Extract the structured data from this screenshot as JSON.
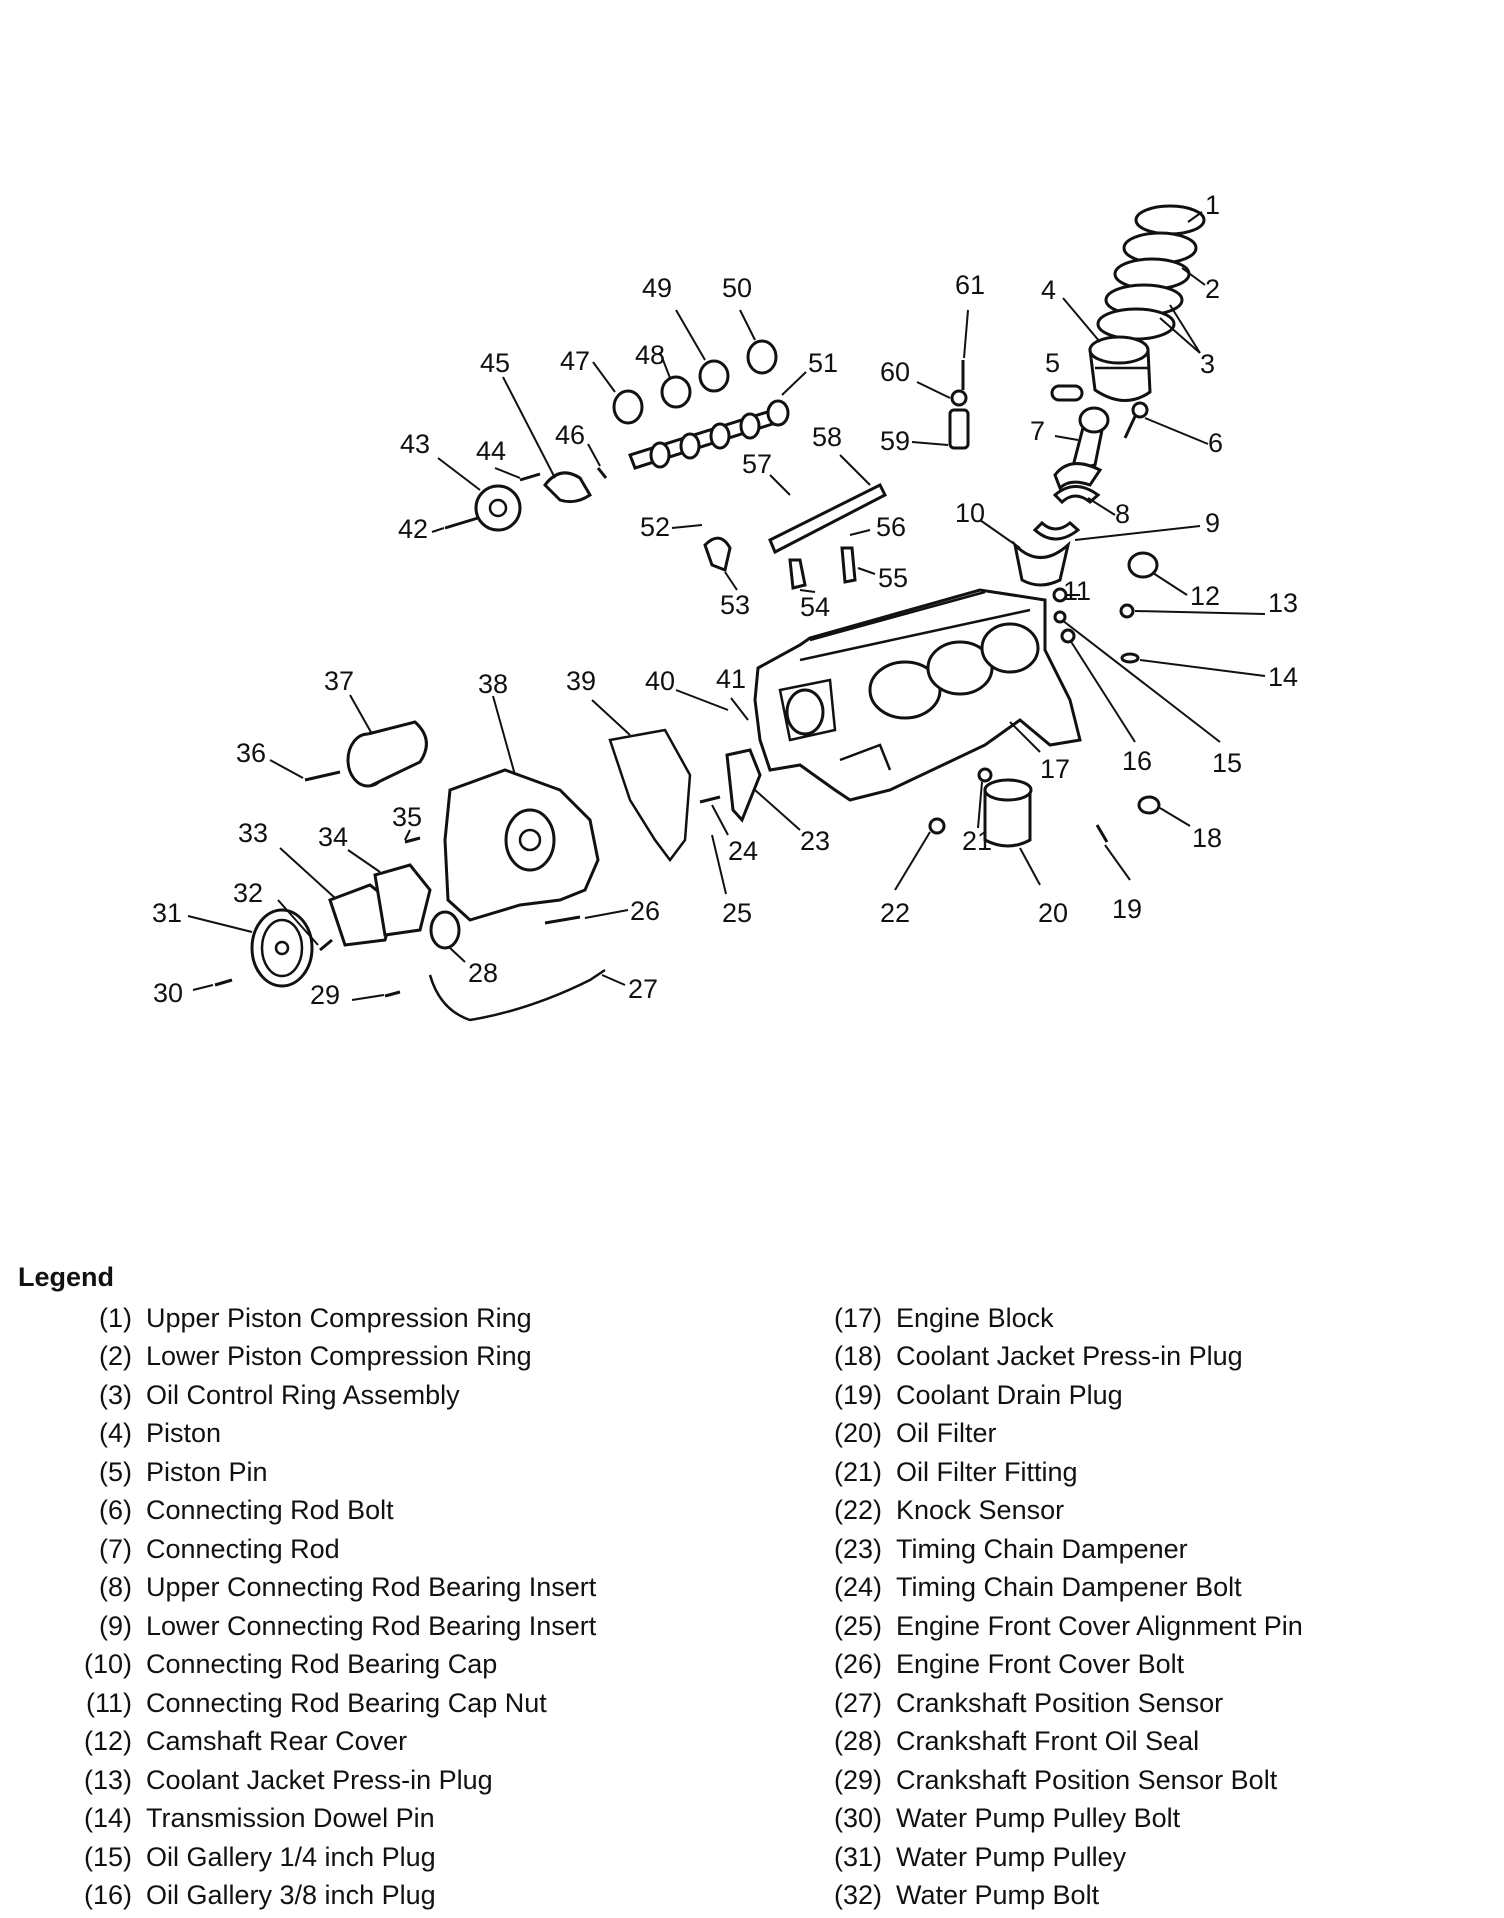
{
  "callouts": [
    "1",
    "2",
    "3",
    "4",
    "5",
    "6",
    "7",
    "8",
    "9",
    "10",
    "11",
    "12",
    "13",
    "14",
    "15",
    "16",
    "17",
    "18",
    "19",
    "20",
    "21",
    "22",
    "23",
    "24",
    "25",
    "26",
    "27",
    "28",
    "29",
    "30",
    "31",
    "32",
    "33",
    "34",
    "35",
    "36",
    "37",
    "38",
    "39",
    "40",
    "41",
    "42",
    "43",
    "44",
    "45",
    "46",
    "47",
    "48",
    "49",
    "50",
    "51",
    "52",
    "53",
    "54",
    "55",
    "56",
    "57",
    "58",
    "59",
    "60",
    "61"
  ],
  "legend": {
    "title": "Legend",
    "items": [
      {
        "num": "(1)",
        "text": "Upper Piston Compression Ring"
      },
      {
        "num": "(2)",
        "text": "Lower Piston Compression Ring"
      },
      {
        "num": "(3)",
        "text": "Oil Control Ring Assembly"
      },
      {
        "num": "(4)",
        "text": "Piston"
      },
      {
        "num": "(5)",
        "text": "Piston Pin"
      },
      {
        "num": "(6)",
        "text": "Connecting Rod Bolt"
      },
      {
        "num": "(7)",
        "text": "Connecting Rod"
      },
      {
        "num": "(8)",
        "text": "Upper Connecting Rod Bearing Insert"
      },
      {
        "num": "(9)",
        "text": "Lower Connecting Rod Bearing Insert"
      },
      {
        "num": "(10)",
        "text": "Connecting Rod Bearing Cap"
      },
      {
        "num": "(11)",
        "text": "Connecting Rod Bearing Cap Nut"
      },
      {
        "num": "(12)",
        "text": "Camshaft Rear Cover"
      },
      {
        "num": "(13)",
        "text": "Coolant Jacket Press-in Plug"
      },
      {
        "num": "(14)",
        "text": "Transmission Dowel Pin"
      },
      {
        "num": "(15)",
        "text": "Oil Gallery 1/4 inch Plug"
      },
      {
        "num": "(16)",
        "text": "Oil Gallery 3/8 inch Plug"
      },
      {
        "num": "(17)",
        "text": "Engine Block"
      },
      {
        "num": "(18)",
        "text": "Coolant Jacket Press-in Plug"
      },
      {
        "num": "(19)",
        "text": "Coolant Drain Plug"
      },
      {
        "num": "(20)",
        "text": "Oil Filter"
      },
      {
        "num": "(21)",
        "text": "Oil Filter Fitting"
      },
      {
        "num": "(22)",
        "text": "Knock Sensor"
      },
      {
        "num": "(23)",
        "text": "Timing Chain Dampener"
      },
      {
        "num": "(24)",
        "text": "Timing Chain Dampener Bolt"
      },
      {
        "num": "(25)",
        "text": "Engine Front Cover Alignment Pin"
      },
      {
        "num": "(26)",
        "text": "Engine Front Cover Bolt"
      },
      {
        "num": "(27)",
        "text": "Crankshaft Position Sensor"
      },
      {
        "num": "(28)",
        "text": "Crankshaft Front Oil Seal"
      },
      {
        "num": "(29)",
        "text": "Crankshaft Position Sensor Bolt"
      },
      {
        "num": "(30)",
        "text": "Water Pump Pulley Bolt"
      },
      {
        "num": "(31)",
        "text": "Water Pump Pulley"
      },
      {
        "num": "(32)",
        "text": "Water Pump Bolt"
      }
    ]
  }
}
